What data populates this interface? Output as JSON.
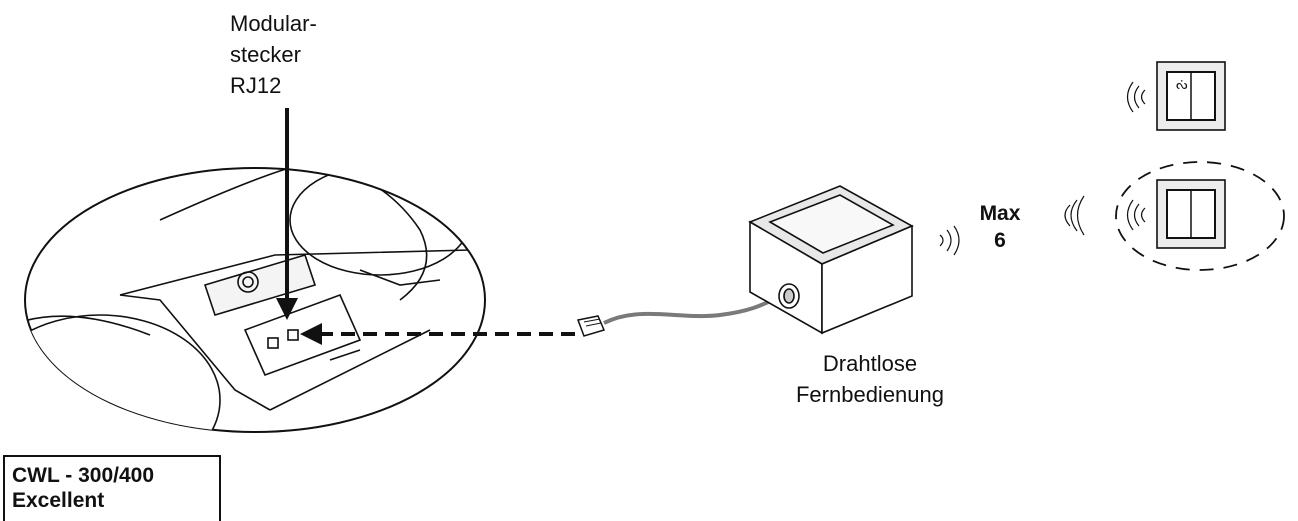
{
  "labels": {
    "plug_line1": "Modular-",
    "plug_line2": "stecker",
    "plug_line3": "RJ12",
    "receiver_line1": "Drahtlose",
    "receiver_line2": "Fernbedienung",
    "max_line1": "Max",
    "max_line2": "6",
    "model_line1": "CWL - 300/400",
    "model_line2": "Excellent"
  },
  "icons": {
    "remote": "remote-control-icon",
    "signal": "wireless-signal-icon",
    "connector": "rj12-connector-icon"
  },
  "colors": {
    "line": "#111111",
    "panel": "#e8e8e8",
    "cable": "#7a7a7a"
  }
}
